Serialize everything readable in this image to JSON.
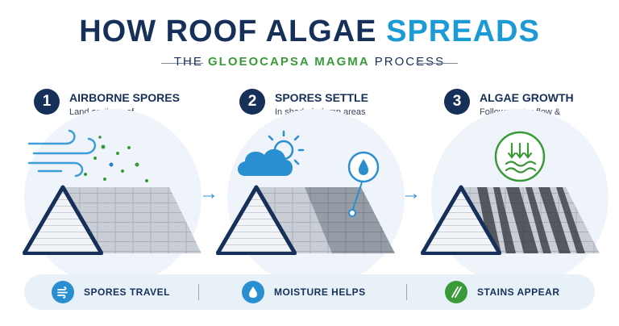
{
  "title": {
    "main": "HOW ROOF ALGAE",
    "accent": "SPREADS"
  },
  "subtitle": {
    "before": "THE",
    "accent": "GLOEOCAPSA MAGMA",
    "after": "PROCESS"
  },
  "steps": [
    {
      "number": "1",
      "title": "AIRBORNE SPORES",
      "desc": "Land on the roof"
    },
    {
      "number": "2",
      "title": "SPORES SETTLE",
      "desc": "In shaded, damp areas"
    },
    {
      "number": "3",
      "title": "ALGAE GROWTH",
      "desc": "Follows water flow & forms streaks"
    }
  ],
  "arrows": [
    "→",
    "→"
  ],
  "bottom": [
    {
      "label": "SPORES TRAVEL",
      "icon": "wind-icon"
    },
    {
      "label": "MOISTURE HELPS",
      "icon": "water-drop-icon"
    },
    {
      "label": "STAINS APPEAR",
      "icon": "streaks-icon"
    }
  ],
  "colors": {
    "navy": "#16305a",
    "blue": "#1a9ad6",
    "green": "#3a9a3a",
    "bar": "#e9f1f8"
  }
}
